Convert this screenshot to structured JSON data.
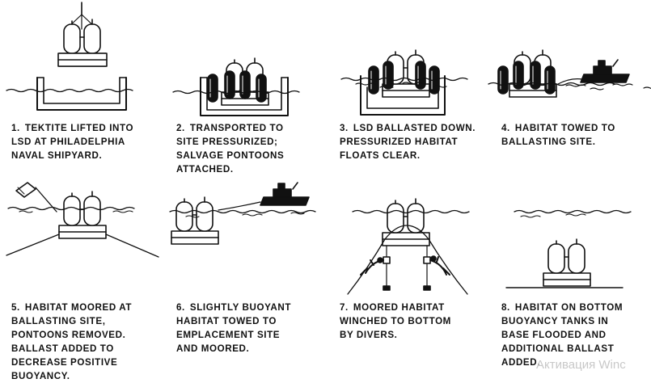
{
  "steps": [
    {
      "number": "1.",
      "text": "TEKTITE LIFTED INTO\nLSD AT PHILADELPHIA\nNAVAL SHIPYARD."
    },
    {
      "number": "2.",
      "text": "TRANSPORTED TO\nSITE PRESSURIZED;\nSALVAGE PONTOONS\nATTACHED."
    },
    {
      "number": "3.",
      "text": "LSD BALLASTED DOWN.\nPRESSURIZED HABITAT\nFLOATS CLEAR."
    },
    {
      "number": "4.",
      "text": "HABITAT TOWED TO\nBALLASTING SITE."
    },
    {
      "number": "5.",
      "text": "HABITAT MOORED AT\nBALLASTING SITE,\nPONTOONS REMOVED.\nBALLAST ADDED TO\nDECREASE POSITIVE\nBUOYANCY."
    },
    {
      "number": "6.",
      "text": "SLIGHTLY BUOYANT\nHABITAT TOWED TO\nEMPLACEMENT SITE\nAND MOORED."
    },
    {
      "number": "7.",
      "text": "MOORED HABITAT\nWINCHED TO BOTTOM\nBY DIVERS."
    },
    {
      "number": "8.",
      "text": "HABITAT ON BOTTOM\nBUOYANCY TANKS IN\nBASE FLOODED AND\nADDITIONAL BALLAST\nADDED."
    }
  ],
  "watermark": "Активация Winc",
  "colors": {
    "ink": "#111111",
    "paper": "#ffffff",
    "watermark": "#c8c8c8"
  }
}
